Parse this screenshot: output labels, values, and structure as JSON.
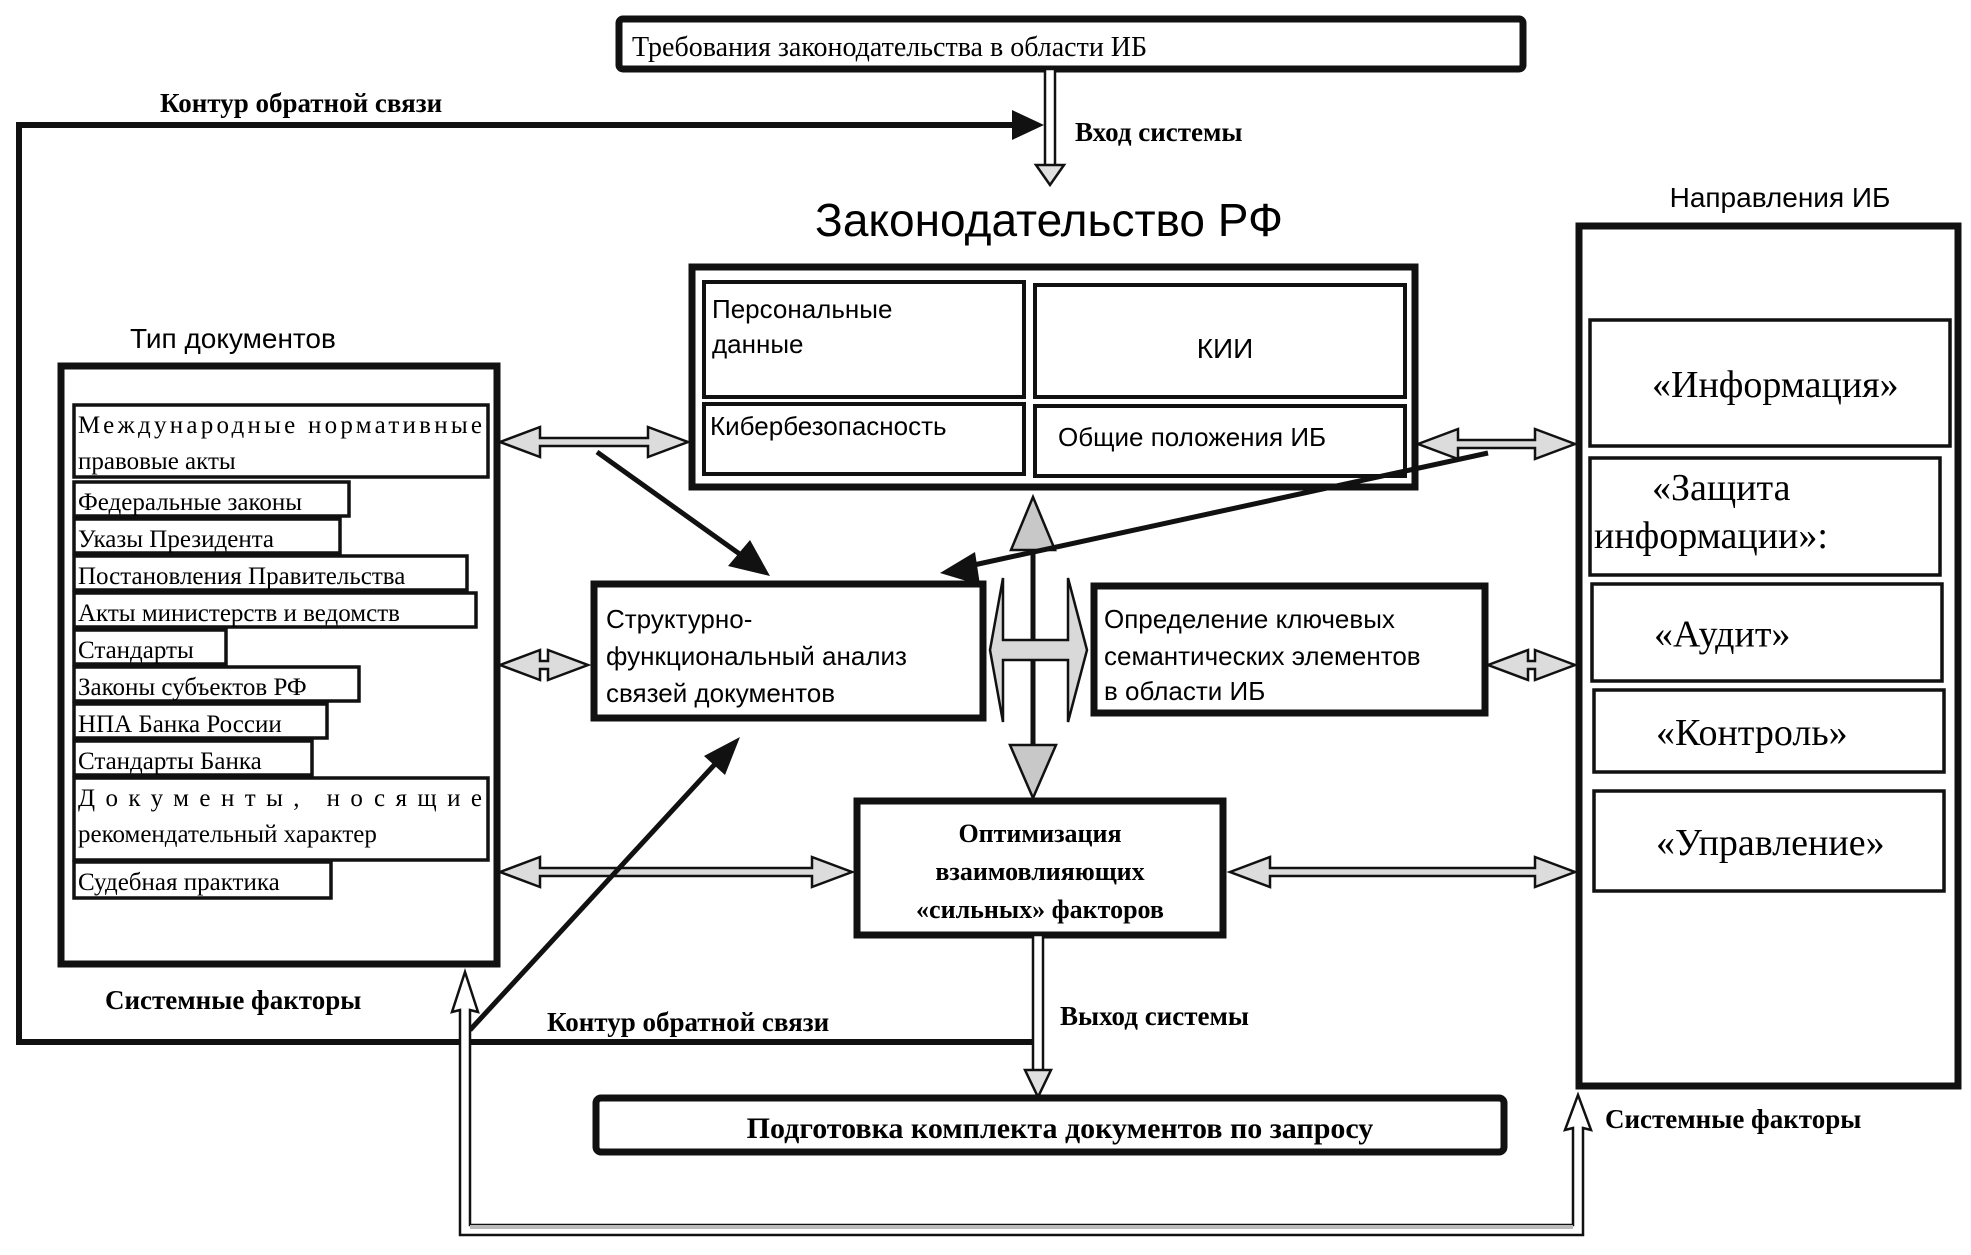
{
  "top_requirement": "Требования законодательства в области ИБ",
  "labels": {
    "feedback_top": "Контур обратной связи",
    "feedback_bottom": "Контур обратной связи",
    "system_input": "Вход системы",
    "system_output": "Выход системы",
    "legislation_title": "Законодательство РФ",
    "doc_types_title": "Тип документов",
    "directions_title": "Направления ИБ",
    "system_factors_left": "Системные факторы",
    "system_factors_right": "Системные факторы"
  },
  "legislation_areas": {
    "personal_data": [
      "Персональные",
      "данные"
    ],
    "kii": "КИИ",
    "cybersecurity": "Кибербезопасность",
    "general": "Общие положения ИБ"
  },
  "doc_types": [
    {
      "lines": [
        "Международные нормативные",
        "правовые акты"
      ]
    },
    {
      "lines": [
        "Федеральные законы"
      ]
    },
    {
      "lines": [
        "Указы Президента"
      ]
    },
    {
      "lines": [
        "Постановления Правительства"
      ]
    },
    {
      "lines": [
        "Акты министерств и ведомств"
      ]
    },
    {
      "lines": [
        "Стандарты"
      ]
    },
    {
      "lines": [
        "Законы субъектов РФ"
      ]
    },
    {
      "lines": [
        "НПА Банка России"
      ]
    },
    {
      "lines": [
        "Стандарты Банка"
      ]
    },
    {
      "lines": [
        "Документы, носящие",
        "рекомендательный характер"
      ]
    },
    {
      "lines": [
        "Судебная практика"
      ]
    }
  ],
  "process": {
    "structural_analysis": [
      "Структурно-",
      "функциональный анализ",
      "связей документов"
    ],
    "semantic_elements": [
      "Определение ключевых",
      "семантических элементов",
      "в области ИБ"
    ],
    "optimization": [
      "Оптимизация",
      "взаимовлияющих",
      "«сильных» факторов"
    ],
    "output_box": "Подготовка комплекта документов по запросу"
  },
  "directions": [
    {
      "lines": [
        "«Информация»"
      ]
    },
    {
      "lines": [
        "«Защита",
        "информации»:"
      ]
    },
    {
      "lines": [
        "«Аудит»"
      ]
    },
    {
      "lines": [
        "«Контроль»"
      ]
    },
    {
      "lines": [
        "«Управление»"
      ]
    }
  ]
}
